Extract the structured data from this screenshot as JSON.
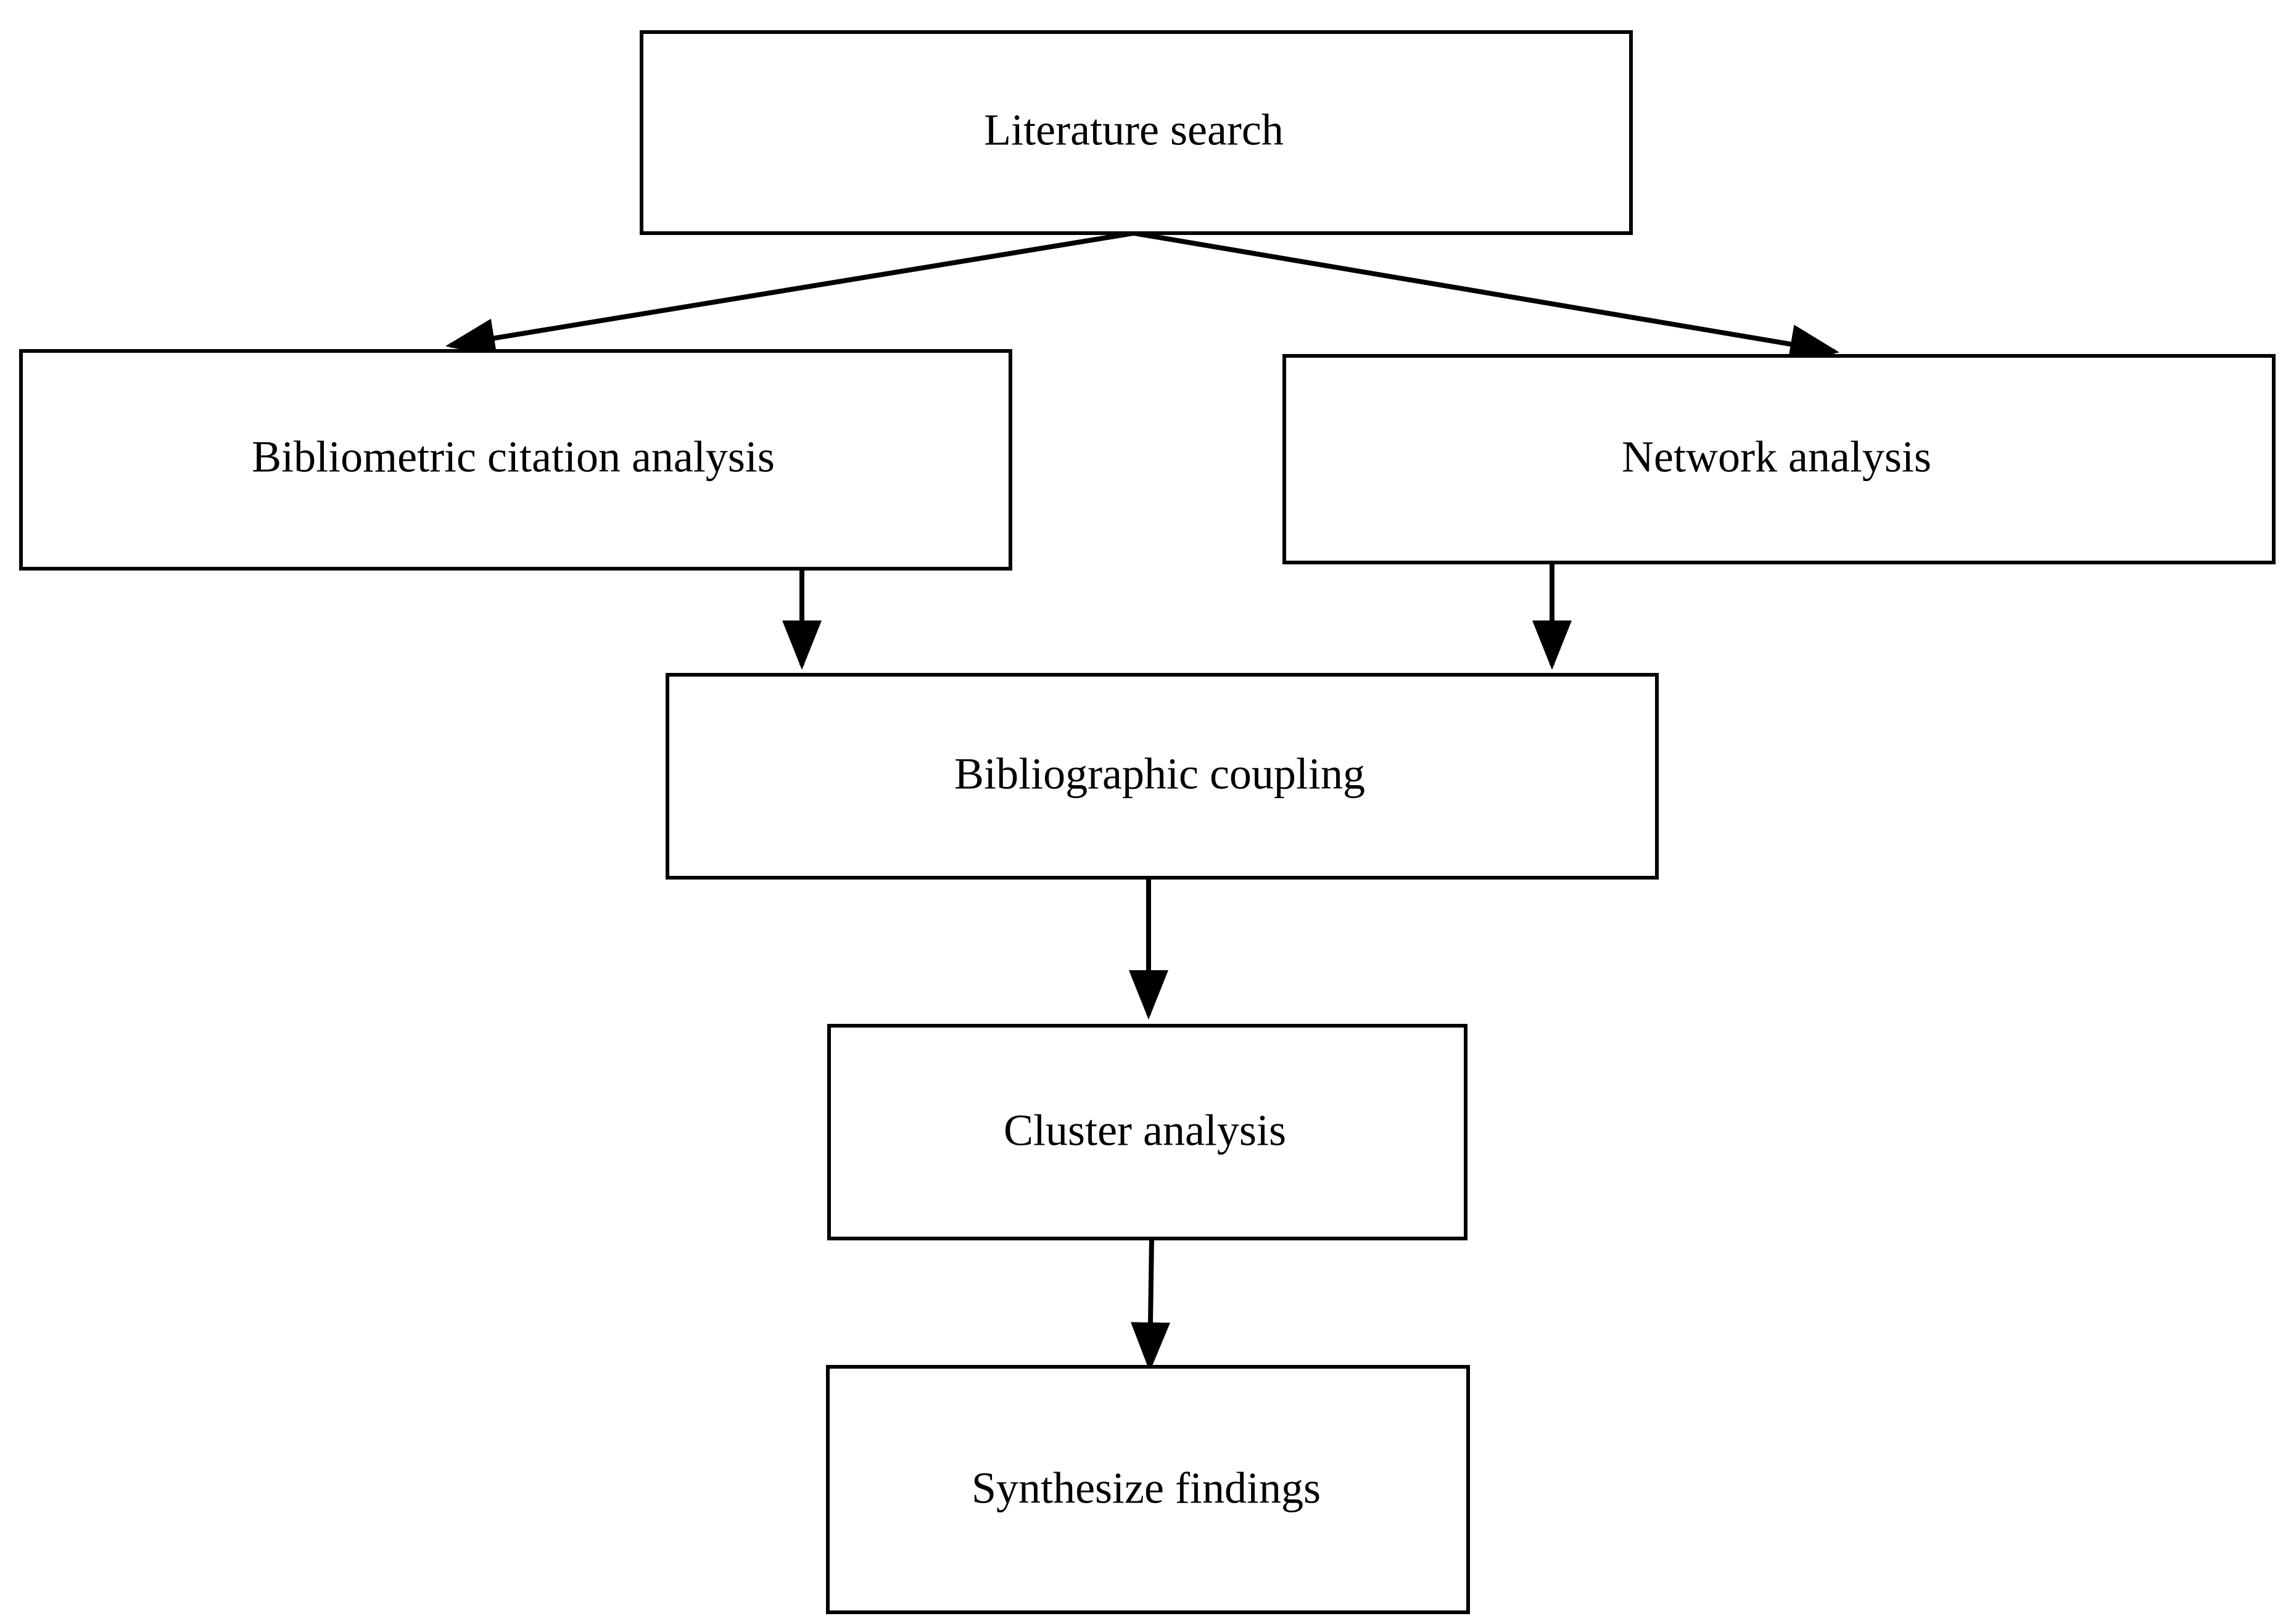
{
  "nodes": {
    "literature_search": "Literature search",
    "bibliometric_citation_analysis": "Bibliometric citation analysis",
    "network_analysis": "Network analysis",
    "bibliographic_coupling": "Bibliographic coupling",
    "cluster_analysis": "Cluster analysis",
    "synthesize_findings": "Synthesize findings"
  },
  "edges": [
    {
      "from": "literature_search",
      "to": "bibliometric_citation_analysis"
    },
    {
      "from": "literature_search",
      "to": "network_analysis"
    },
    {
      "from": "bibliometric_citation_analysis",
      "to": "bibliographic_coupling"
    },
    {
      "from": "network_analysis",
      "to": "bibliographic_coupling"
    },
    {
      "from": "bibliographic_coupling",
      "to": "cluster_analysis"
    },
    {
      "from": "cluster_analysis",
      "to": "synthesize_findings"
    }
  ]
}
